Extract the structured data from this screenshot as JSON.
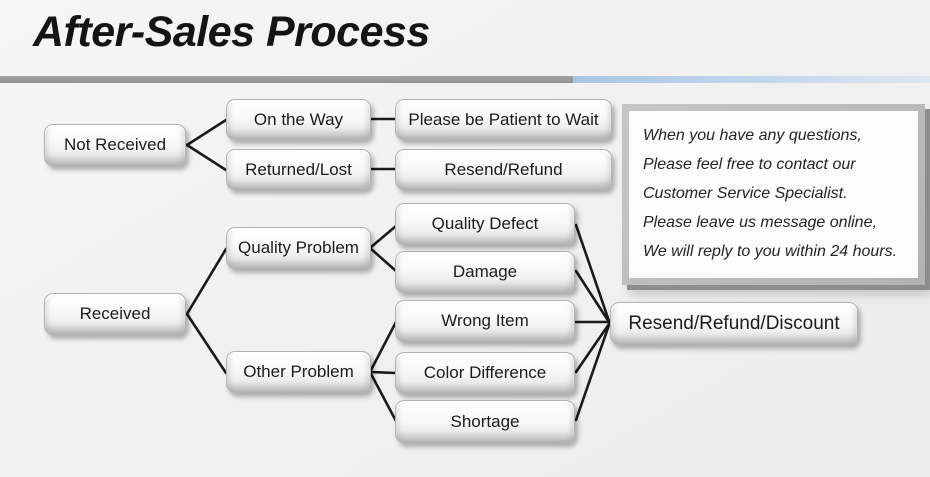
{
  "slide": {
    "title": "After-Sales Process"
  },
  "flowchart": {
    "nodes": {
      "not_received": {
        "label": "Not Received"
      },
      "on_the_way": {
        "label": "On the Way"
      },
      "returned_lost": {
        "label": "Returned/Lost"
      },
      "please_wait": {
        "label": "Please be Patient to Wait"
      },
      "resend_refund": {
        "label": "Resend/Refund"
      },
      "received": {
        "label": "Received"
      },
      "quality_problem": {
        "label": "Quality Problem"
      },
      "other_problem": {
        "label": "Other Problem"
      },
      "quality_defect": {
        "label": "Quality Defect"
      },
      "damage": {
        "label": "Damage"
      },
      "wrong_item": {
        "label": "Wrong Item"
      },
      "color_difference": {
        "label": "Color Difference"
      },
      "shortage": {
        "label": "Shortage"
      },
      "resend_refund_discount": {
        "label": "Resend/Refund/Discount"
      }
    },
    "edges": [
      {
        "from": "not_received",
        "to": "on_the_way"
      },
      {
        "from": "not_received",
        "to": "returned_lost"
      },
      {
        "from": "on_the_way",
        "to": "please_wait"
      },
      {
        "from": "returned_lost",
        "to": "resend_refund"
      },
      {
        "from": "received",
        "to": "quality_problem"
      },
      {
        "from": "received",
        "to": "other_problem"
      },
      {
        "from": "quality_problem",
        "to": "quality_defect"
      },
      {
        "from": "quality_problem",
        "to": "damage"
      },
      {
        "from": "other_problem",
        "to": "wrong_item"
      },
      {
        "from": "other_problem",
        "to": "color_difference"
      },
      {
        "from": "other_problem",
        "to": "shortage"
      },
      {
        "from": "quality_defect",
        "to": "resend_refund_discount"
      },
      {
        "from": "damage",
        "to": "resend_refund_discount"
      },
      {
        "from": "wrong_item",
        "to": "resend_refund_discount"
      },
      {
        "from": "color_difference",
        "to": "resend_refund_discount"
      },
      {
        "from": "shortage",
        "to": "resend_refund_discount"
      }
    ]
  },
  "info_panel": {
    "lines": [
      "When you have any questions,",
      "Please feel free to contact our",
      "Customer Service Specialist.",
      "Please leave us message online,",
      "We will reply to you within 24 hours."
    ]
  },
  "colors": {
    "divider_gray": "#9a9a9a",
    "divider_blue_start": "#aac6e2",
    "divider_blue_end": "#dbe7f3",
    "connector": "#1a1a1a",
    "node_border": "#b3b3b3",
    "panel_frame": "#b6b6b6",
    "background": "#f1f1f1"
  }
}
